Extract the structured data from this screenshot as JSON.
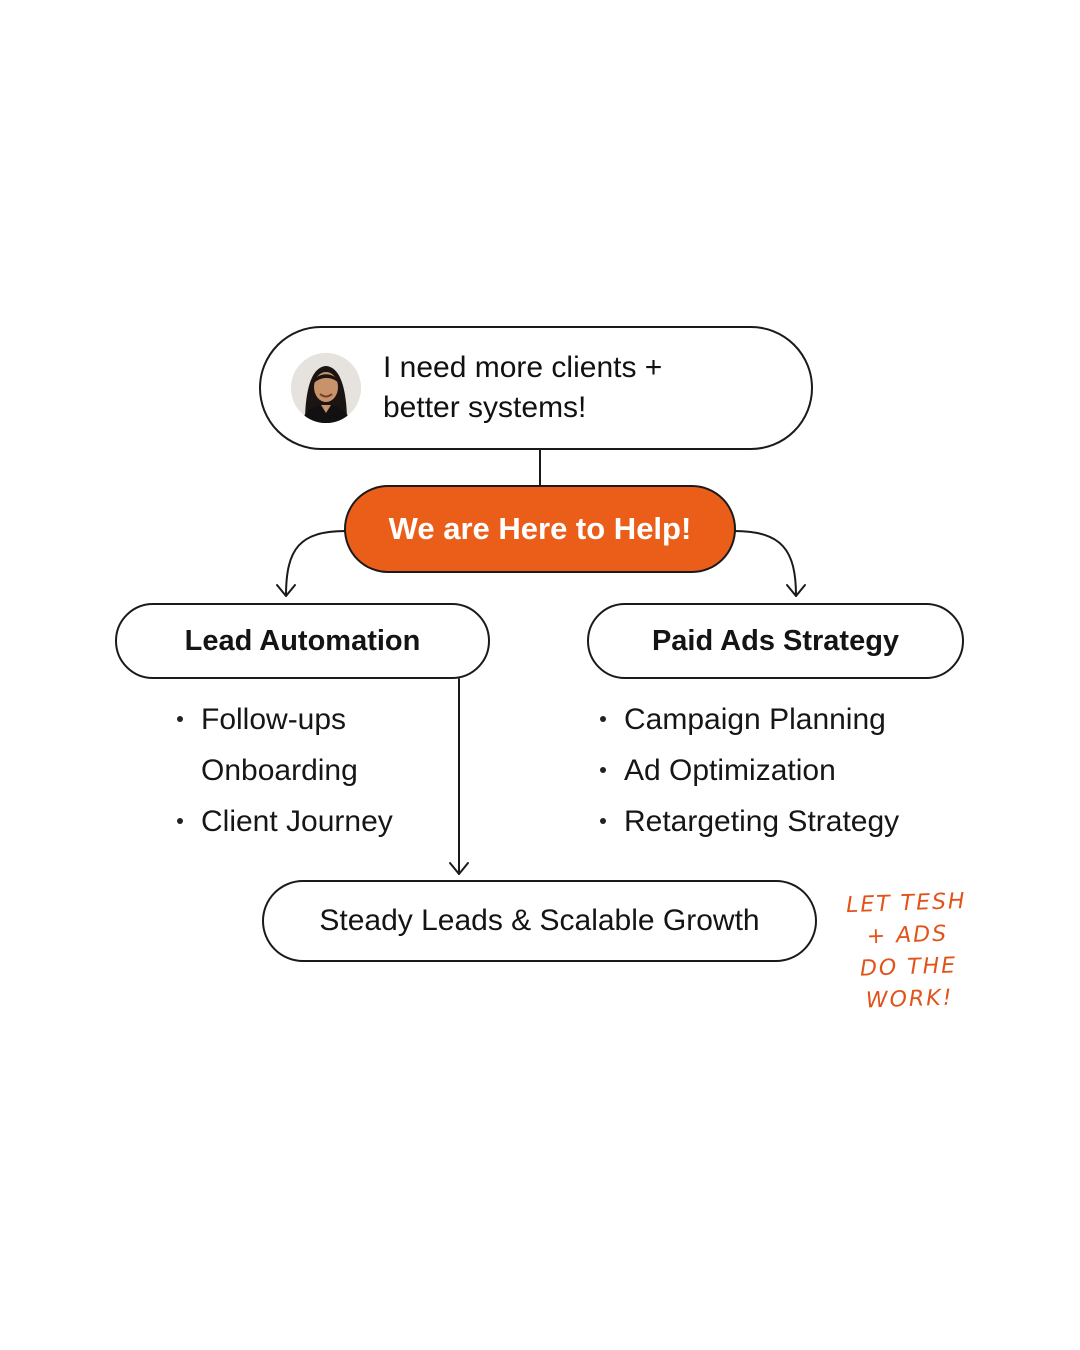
{
  "top_bubble": {
    "line1": "I need more clients +",
    "line2": "better systems!"
  },
  "center_label": "We are Here to Help!",
  "left_branch": {
    "title": "Lead Automation",
    "items": [
      {
        "text": "Follow-ups",
        "bullet": true
      },
      {
        "text": "Onboarding",
        "bullet": false
      },
      {
        "text": "Client Journey",
        "bullet": true
      }
    ]
  },
  "right_branch": {
    "title": "Paid Ads Strategy",
    "items": [
      {
        "text": "Campaign Planning",
        "bullet": true
      },
      {
        "text": "Ad Optimization",
        "bullet": true
      },
      {
        "text": "Retargeting Strategy",
        "bullet": true
      }
    ]
  },
  "outcome": "Steady Leads & Scalable Growth",
  "handwritten_note": {
    "line1": "LET TESH",
    "line2": "+ ADS",
    "line3": "DO THE WORK!"
  },
  "colors": {
    "accent": "#eb5e1a",
    "note": "#e2531a",
    "outline": "#1a1a1a"
  }
}
